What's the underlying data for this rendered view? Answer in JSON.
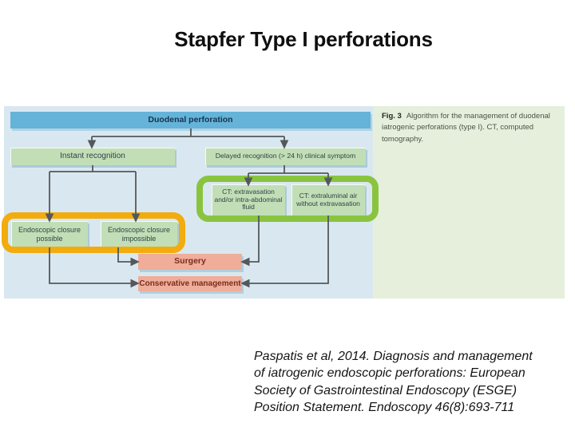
{
  "title": "Stapfer Type I perforations",
  "figure": {
    "caption_label": "Fig. 3",
    "caption_text": "Algorithm for the management of duodenal iatrogenic perforations (type I). CT, computed tomography.",
    "nodes": {
      "root": "Duodenal perforation",
      "instant": "Instant recognition",
      "delayed": "Delayed recognition (> 24 h) clinical symptom",
      "ct_fluid": "CT: extravasation and/or intra-abdominal fluid",
      "ct_air": "CT: extraluminal air without extravasation",
      "closure_possible": "Endoscopic closure possible",
      "closure_impossible": "Endoscopic closure impossible",
      "surgery": "Surgery",
      "conservative": "Conservative management"
    },
    "colors": {
      "panel_blue": "#d9e8f0",
      "panel_green": "#e5efdc",
      "node_blue": "#65b3d8",
      "node_green": "#c2deb7",
      "node_salmon": "#efad9a",
      "highlight_yellow": "#f2ac0e",
      "highlight_green": "#8ac43f",
      "arrow": "#54585b"
    }
  },
  "citation": {
    "lines": [
      "Paspatis et al, 2014. Diagnosis and management",
      "of iatrogenic endoscopic perforations: European",
      "Society of Gastrointestinal Endoscopy (ESGE)",
      "Position Statement. Endoscopy 46(8):693-711"
    ]
  }
}
